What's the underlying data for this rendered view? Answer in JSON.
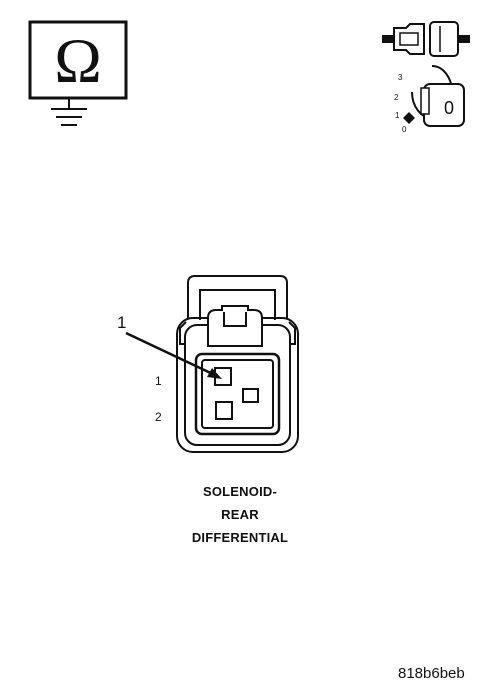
{
  "ohmmeter_icon": {
    "symbol": "Ω",
    "icon": "ohmmeter-ground-icon"
  },
  "connector_icon": {
    "icon": "connector-disconnect-icon"
  },
  "ignition_icon": {
    "icon": "ignition-switch-off-icon",
    "positions": [
      "3",
      "2",
      "1",
      "0"
    ],
    "key_label": "0"
  },
  "connector": {
    "callout": "1",
    "pin_labels": [
      "1",
      "2"
    ]
  },
  "caption": {
    "line1": "SOLENOID-",
    "line2": "REAR",
    "line3": "DIFFERENTIAL"
  },
  "figure_id": "818b6beb"
}
